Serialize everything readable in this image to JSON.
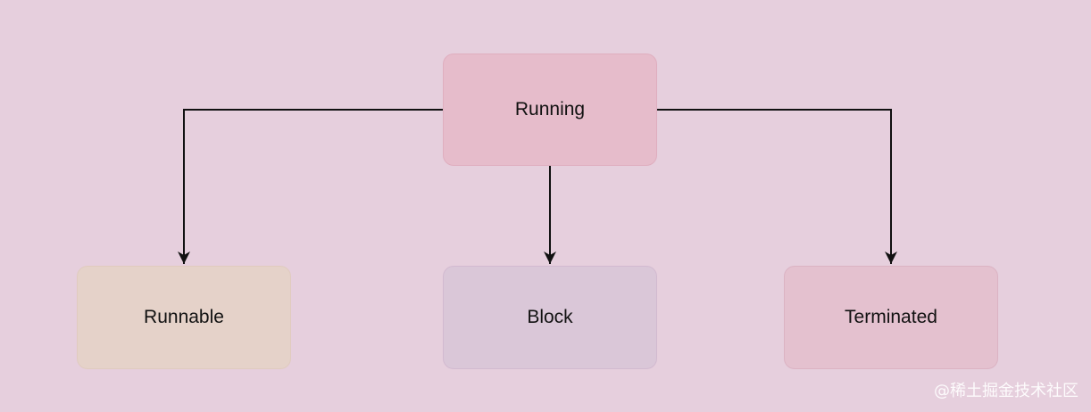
{
  "colors": {
    "background": "#e6cfdd",
    "running_fill": "#e6bccb",
    "running_border": "#dfaebf",
    "runnable_fill": "#e5d2c9",
    "runnable_border": "#e0cbbf",
    "block_fill": "#dac7d8",
    "block_border": "#d2bad0",
    "terminated_fill": "#e4c1cf",
    "terminated_border": "#dbb3c3",
    "edge": "#111111"
  },
  "nodes": {
    "running": {
      "label": "Running"
    },
    "runnable": {
      "label": "Runnable"
    },
    "block": {
      "label": "Block"
    },
    "terminated": {
      "label": "Terminated"
    }
  },
  "edges": [
    {
      "from": "running",
      "to": "runnable"
    },
    {
      "from": "running",
      "to": "block"
    },
    {
      "from": "running",
      "to": "terminated"
    }
  ],
  "watermark": "@稀土掘金技术社区"
}
